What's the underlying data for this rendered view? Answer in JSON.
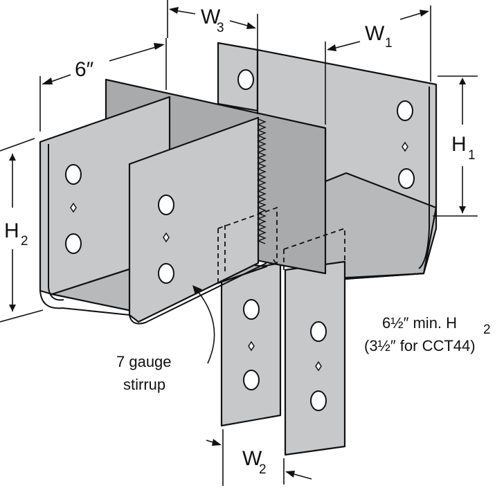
{
  "labels": {
    "width_main": "6″",
    "w3": "W",
    "w3_sub": "3",
    "w1": "W",
    "w1_sub": "1",
    "h1": "H",
    "h1_sub": "1",
    "h2": "H",
    "h2_sub": "2",
    "w2": "W",
    "w2_sub": "2",
    "note_line1_prefix": "6½″ min. H",
    "note_line1_sub": "2",
    "note_line2": "(3½″ for CCT44)",
    "callout_line1": "7 gauge",
    "callout_line2": "stirrup"
  },
  "colors": {
    "steel_light": "#c7c8c9",
    "steel_mid": "#b8b9ba",
    "steel_dark": "#a9aaab",
    "outline": "#111111"
  }
}
